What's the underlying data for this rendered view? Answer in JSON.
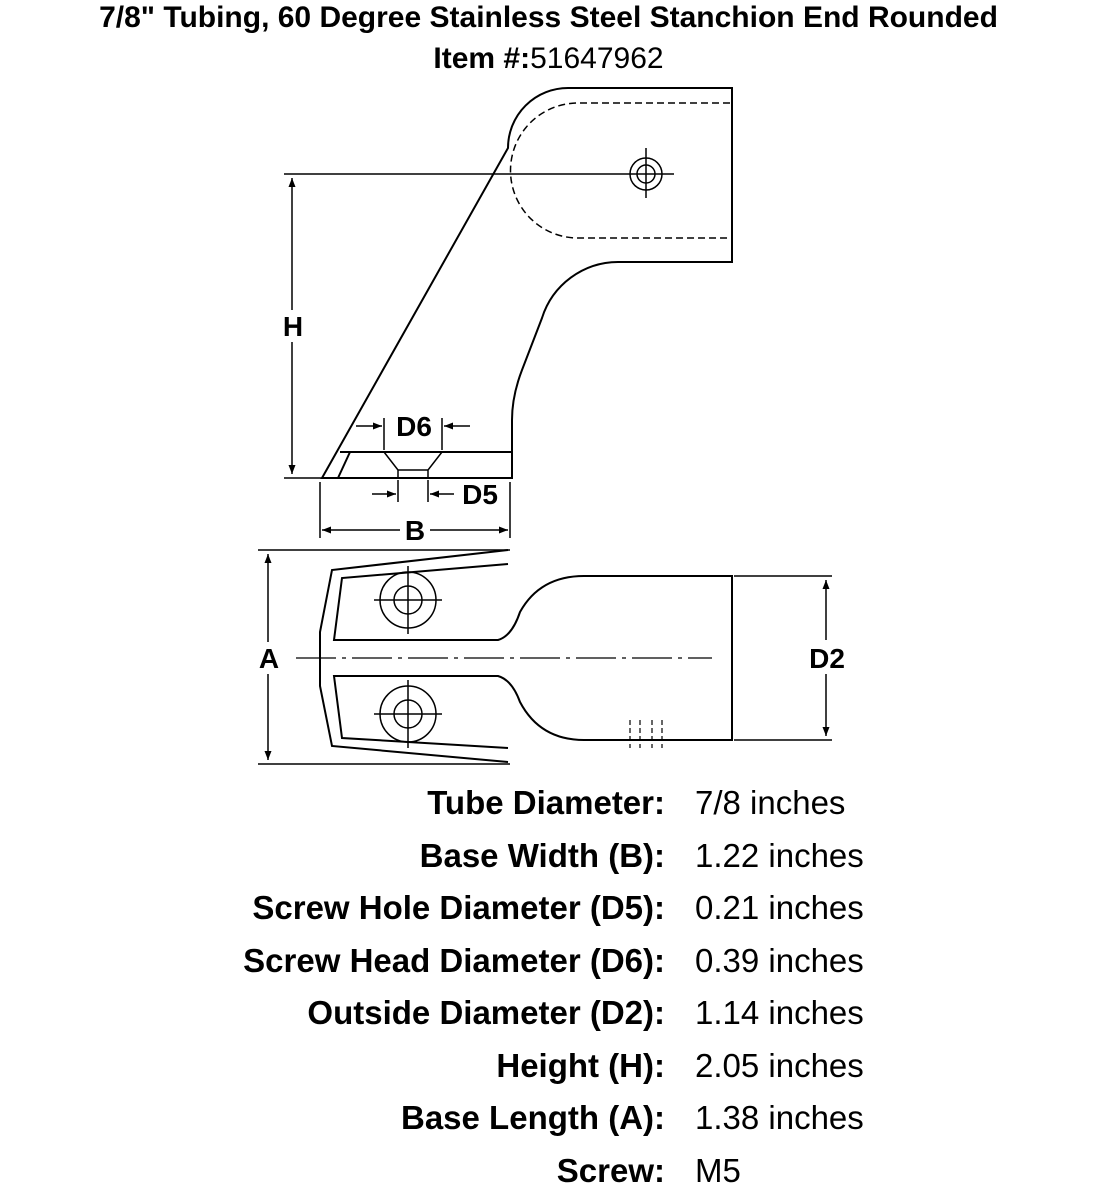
{
  "header": {
    "title": "7/8\" Tubing, 60 Degree Stainless Steel Stanchion End Rounded",
    "item_prefix": "Item #:",
    "item_number": "51647962"
  },
  "diagram": {
    "labels": {
      "H": "H",
      "D6": "D6",
      "D5": "D5",
      "B": "B",
      "A": "A",
      "D2": "D2"
    }
  },
  "specs": [
    {
      "label": "Tube Diameter:",
      "value": "7/8 inches"
    },
    {
      "label": "Base Width (B):",
      "value": "1.22 inches"
    },
    {
      "label": "Screw Hole Diameter (D5):",
      "value": "0.21 inches"
    },
    {
      "label": "Screw Head Diameter (D6):",
      "value": "0.39 inches"
    },
    {
      "label": "Outside Diameter (D2):",
      "value": "1.14 inches"
    },
    {
      "label": "Height (H):",
      "value": "2.05 inches"
    },
    {
      "label": "Base Length (A):",
      "value": "1.38 inches"
    },
    {
      "label": "Screw:",
      "value": "M5"
    }
  ]
}
